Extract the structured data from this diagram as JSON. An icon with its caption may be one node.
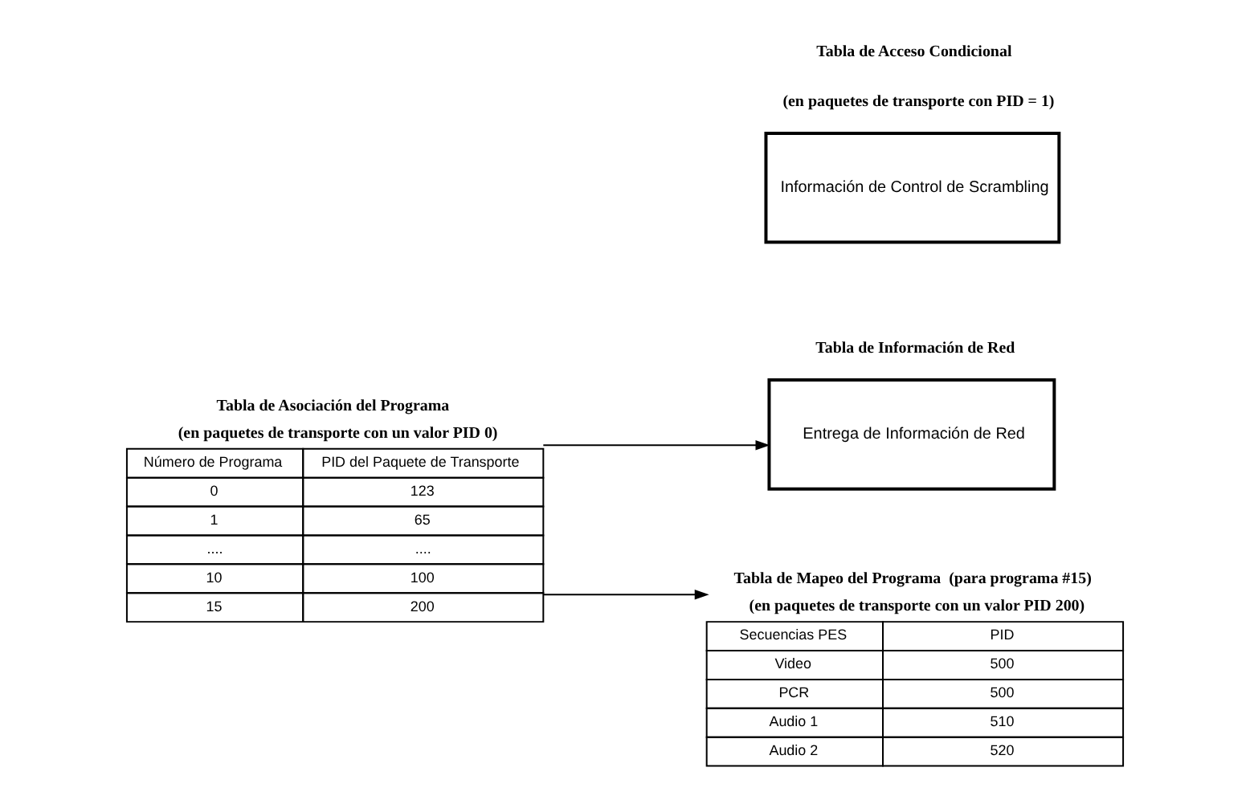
{
  "diagram": {
    "nodes": [
      {
        "text": [
          "Tabla de Asociación del Programa",
          "(en paquetes de transporte con un valor PID 0)",
          "Número de Programa",
          "PID del Paquete de Transporte",
          "0",
          "123",
          "1",
          "65",
          "....",
          "....",
          "10",
          "100",
          "15",
          "200"
        ]
      },
      {
        "text": [
          "Tabla de Información de Red",
          "Entrega de Información de Red"
        ]
      },
      {
        "text": [
          "Tabla de Acceso Condicional",
          "(en paquetes de transporte con PID = 1)",
          "Información de Control de Scrambling"
        ]
      },
      {
        "text": [
          "Tabla de Mapeo del Programa  (para programa #15)",
          "(en paquetes de transporte con un valor PID 200)",
          "Secuencias PES",
          "PID",
          "Video",
          "500",
          "PCR",
          "500",
          "Audio 1",
          "510",
          "Audio 2",
          "520"
        ]
      }
    ],
    "edges": [
      {
        "from": 0,
        "to": 1,
        "arrow": "to"
      },
      {
        "from": 0,
        "to": 3,
        "arrow": "to"
      }
    ]
  }
}
